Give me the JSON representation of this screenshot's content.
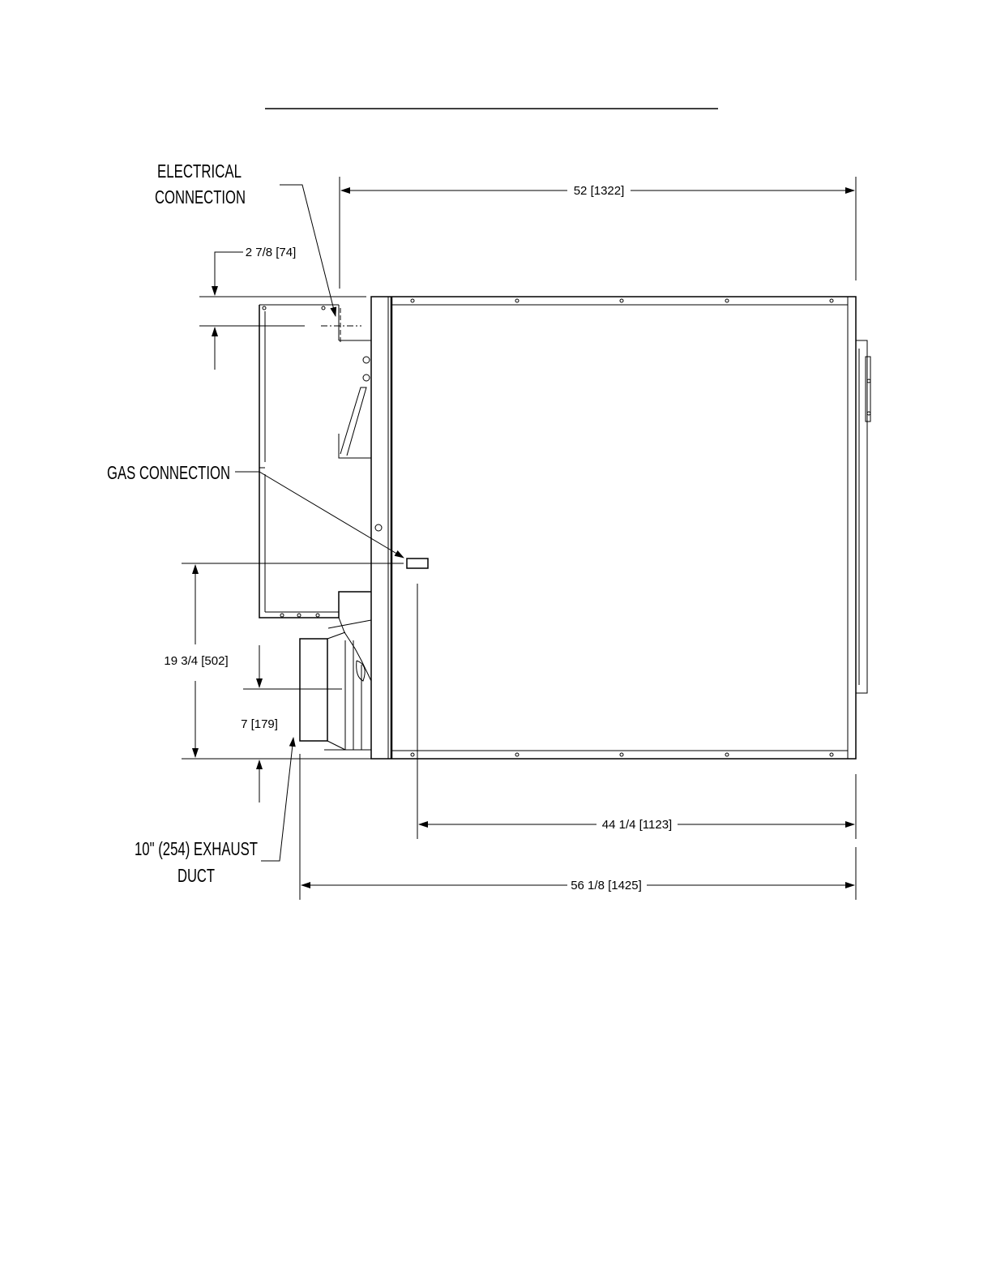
{
  "labels": {
    "electrical_line1": "ELECTRICAL",
    "electrical_line2": "CONNECTION",
    "gas": "GAS CONNECTION",
    "exhaust_line1": "10\" (254) EXHAUST",
    "exhaust_line2": "DUCT"
  },
  "dimensions": {
    "overall_depth_top": "52 [1322]",
    "electrical_offset": "2 7/8 [74]",
    "gas_height": "19 3/4 [502]",
    "exhaust_height": "7 [179]",
    "cabinet_depth": "44 1/4 [1123]",
    "overall_depth_bottom": "56 1/8 [1425]"
  }
}
